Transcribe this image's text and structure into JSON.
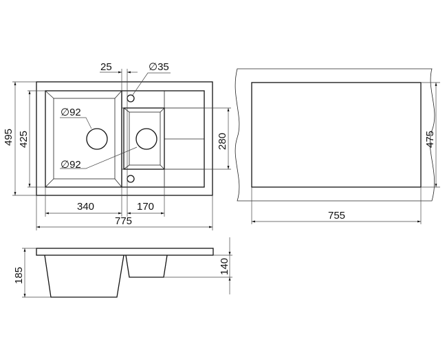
{
  "top_view": {
    "dim_width": "775",
    "dim_depth": "495",
    "dim_bowl_depth": "425",
    "dim_main_bowl_width": "340",
    "dim_small_bowl_width": "170",
    "dim_small_bowl_depth": "280",
    "dim_gap": "25",
    "tap_hole": "∅35",
    "drain_main": "∅92",
    "drain_small": "∅92"
  },
  "cutout_view": {
    "dim_width": "755",
    "dim_depth": "475"
  },
  "side_view": {
    "dim_main_depth": "185",
    "dim_small_depth": "140"
  }
}
